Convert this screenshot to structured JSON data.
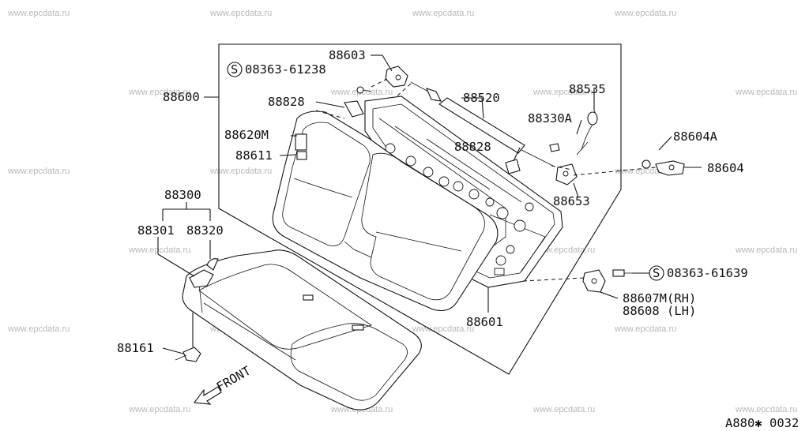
{
  "watermark": "www.epcdata.ru",
  "diagram_code": "A880✱ 0032",
  "front_label": "FRONT",
  "parts": {
    "p88603": "88603",
    "p08363_61238": "08363-61238",
    "p08363_61238_symbol": "S",
    "p88600": "88600",
    "p88828_a": "88828",
    "p88520": "88520",
    "p88535": "88535",
    "p88330A": "88330A",
    "p88620M": "88620M",
    "p88828_b": "88828",
    "p88611": "88611",
    "p88604A": "88604A",
    "p88604": "88604",
    "p88653": "88653",
    "p88300": "88300",
    "p88301": "88301",
    "p88320": "88320",
    "p08363_61639": "08363-61639",
    "p08363_61639_symbol": "S",
    "p88607M": "88607M(RH)",
    "p88608": "88608 (LH)",
    "p88601": "88601",
    "p88161": "88161"
  }
}
